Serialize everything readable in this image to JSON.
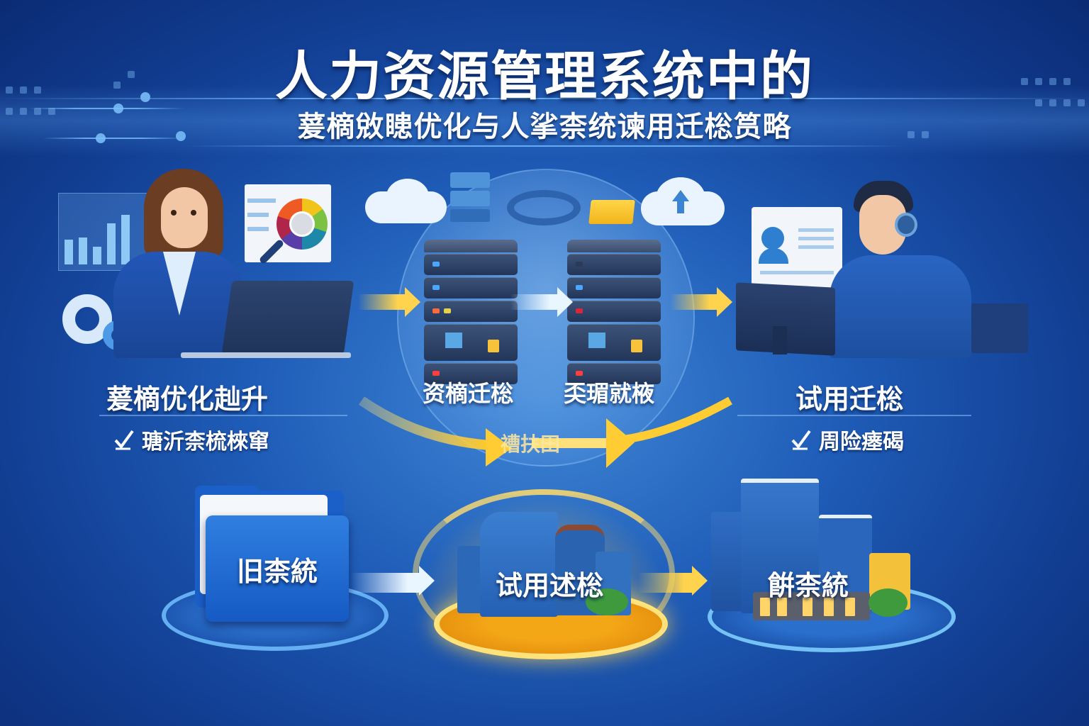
{
  "header": {
    "title": "人力资源管理系统中的",
    "subtitle": "萲樀敓瞣优化与人挲柰统谏用迁棇筼略"
  },
  "stages": {
    "left": {
      "label": "萲樀优化赸升",
      "check_item": "瑭沂柰梳棶窜",
      "icons": [
        "person-at-laptop",
        "bar-chart",
        "gear",
        "color-wheel-magnifier"
      ]
    },
    "center": {
      "label_left": "资樀迁棇",
      "label_right": "奀瑂就棭",
      "arrow_caption": "褿扶田",
      "icons": [
        "cloud",
        "database",
        "sync-arrows",
        "envelope",
        "cloud-upload",
        "server-rack",
        "server-rack"
      ]
    },
    "right": {
      "label": "试用迁棇",
      "check_item": "周险瘗碣",
      "icons": [
        "person-with-headset",
        "profile-document",
        "monitor"
      ]
    }
  },
  "flow": {
    "old_system": "旧柰統",
    "transition": "试用述棇",
    "new_system": "餠柰統"
  },
  "colors": {
    "background_dark": "#0b2b74",
    "background_mid": "#1f5db8",
    "accent_yellow": "#ffd34d",
    "accent_light_blue": "#6fb0ee",
    "folder_blue": "#1b5fc9",
    "text": "#ffffff"
  }
}
